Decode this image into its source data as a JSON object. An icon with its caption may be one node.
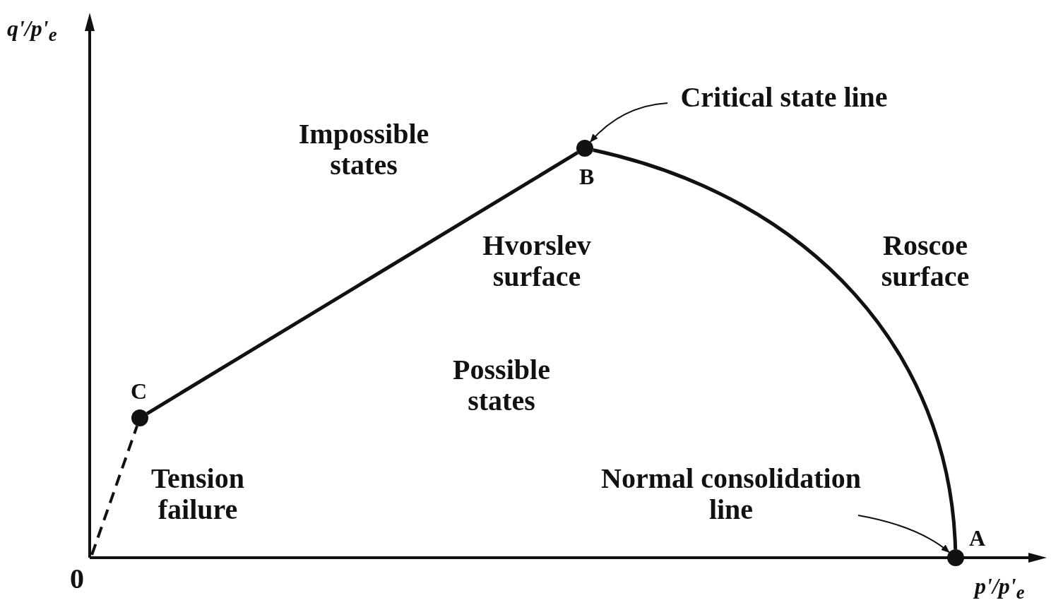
{
  "diagram": {
    "nodes": [
      {
        "text": [
          "Critical state line"
        ]
      },
      {
        "text": [],
        "shape": "circle",
        "beside": [
          "B"
        ]
      },
      {
        "text": [],
        "shape": "circle",
        "beside": [
          "C"
        ]
      },
      {
        "text": [
          "Normal consolidation line"
        ]
      },
      {
        "text": [],
        "shape": "circle",
        "beside": [
          "A"
        ]
      }
    ],
    "edges": [
      {
        "from": 0,
        "to": 1,
        "arrow": "to"
      },
      {
        "from": 2,
        "to": 1,
        "arrow": "none"
      },
      {
        "from": 1,
        "to": 4,
        "arrow": "none"
      },
      {
        "from": null,
        "to": 2,
        "arrow": "none",
        "style": "dashed"
      },
      {
        "from": 3,
        "to": 4,
        "arrow": "to"
      }
    ],
    "labels": [
      "q'/p'$_{e}$",
      "Impossible states",
      "Hvorslev surface",
      "Roscoe surface",
      "Possible states",
      "Tension failure",
      "0",
      "p'/p'$_{e}$"
    ]
  }
}
